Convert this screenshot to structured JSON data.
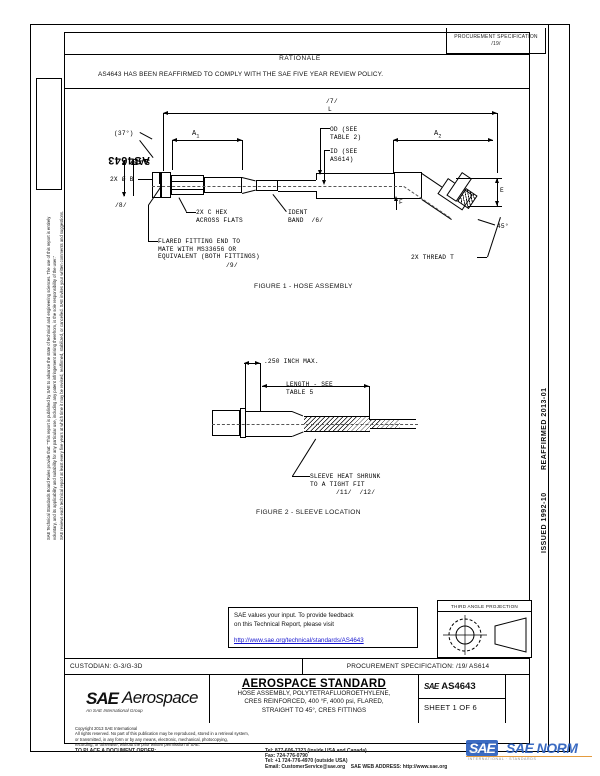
{
  "document": {
    "standard_number": "AS4643",
    "sae_prefix": "SAE",
    "sheet": "SHEET 1 OF 6",
    "issued": "ISSUED 1992-10",
    "reaffirmed": "REAFFIRMED 2013-01",
    "header_box": "PROCUREMENT SPECIFICATION\n/19/"
  },
  "rationale": {
    "title": "RATIONALE",
    "body": "AS4643 HAS BEEN REAFFIRMED TO COMPLY WITH THE SAE FIVE YEAR REVIEW POLICY."
  },
  "sidebar": {
    "tab_label": "AS4643",
    "tab_prefix": "SAE",
    "disclaimer_lines": [
      "SAE Technical Standards Board Rules provide that: “This report is published by SAE to advance the state of technical and engineering sciences. The use of this report is entirely",
      "voluntary, and its applicability and suitability for any particular use, including any patent infringement arising therefrom, is the sole responsibility of the user.”",
      "SAE reviews each technical report at least every five years at which time it may be revised, reaffirmed, stabilized, or cancelled. SAE invites your written comments and suggestions."
    ]
  },
  "figure1": {
    "caption": "FIGURE 1 - HOSE ASSEMBLY",
    "labels": {
      "note7": "/7/",
      "overall_L": "L",
      "od": "OD (SEE\nTABLE 2)",
      "id": "ID (SEE\nAS614)",
      "angle_37": "(37°)",
      "dim_a1": "A",
      "dim_a1_sub": "1",
      "dim_a2": "A",
      "dim_a2_sub": "2",
      "dia_b": "2X Ø B",
      "note8": "/8/",
      "hex": "2X C HEX\nACROSS FLATS",
      "ident_band": "IDENT\nBAND  /6/",
      "flared": "FLARED FITTING END TO\nMATE WITH MS33656 OR\nEQUIVALENT (BOTH FITTINGS)",
      "note9": "/9/",
      "thread": "2X THREAD T",
      "angle_45": "45°",
      "dim_e": "E",
      "dim_f": "F"
    }
  },
  "figure2": {
    "caption": "FIGURE 2 - SLEEVE LOCATION",
    "labels": {
      "max_inch": ".250 INCH MAX.",
      "length": "LENGTH - SEE\nTABLE 5",
      "sleeve": "SLEEVE HEAT SHRUNK\nTO A TIGHT FIT",
      "notes": "/11/  /12/"
    }
  },
  "feedback": {
    "line1": "SAE values your input. To provide feedback",
    "line2": "on this Technical Report, please visit",
    "link": "http://www.sae.org/technical/standards/AS4643"
  },
  "third_angle": {
    "title": "THIRD ANGLE PROJECTION"
  },
  "custodian_row": {
    "custodian": "CUSTODIAN: G-3/G-3D",
    "procurement": "PROCUREMENT SPECIFICATION: /19/ AS614"
  },
  "title_block": {
    "logo_sae": "SAE",
    "logo_aerospace": "Aerospace",
    "logo_sub": "An SAE International Group",
    "standard_title": "AEROSPACE STANDARD",
    "description_lines": [
      "HOSE ASSEMBLY, POLYTETRAFLUOROETHYLENE,",
      "CRES REINFORCED, 400 °F, 4000 psi, FLARED,",
      "STRAIGHT TO 45°, CRES FITTINGS"
    ],
    "doc_prefix": "SAE",
    "doc_number": "AS4643",
    "sheet": "SHEET 1 OF 6"
  },
  "copyright": {
    "line1": "Copyright 2013 SAE International",
    "line2": "All rights reserved.  No part of this publication may be reproduced, stored in a retrieval system,",
    "line3": "or transmitted, in any form or by any means, electronic, mechanical, photocopying,",
    "line4": "recording, or otherwise, without the prior written permission of SAE.",
    "order_label": "TO PLACE A DOCUMENT ORDER:",
    "tel_us": "Tel:  877-606-7323 (inside USA and Canada)",
    "tel_intl": "Tel:  +1 724-776-4970 (outside USA)",
    "fax": "Fax:  724-776-0790",
    "email": "Email: CustomerService@sae.org",
    "web_label": "SAE WEB ADDRESS:",
    "web": "http://www.sae.org"
  },
  "watermark": {
    "badge": "SAE",
    "text": "SAE NORM",
    "sub": "INTERNATIONAL   ·   STANDARDS"
  }
}
